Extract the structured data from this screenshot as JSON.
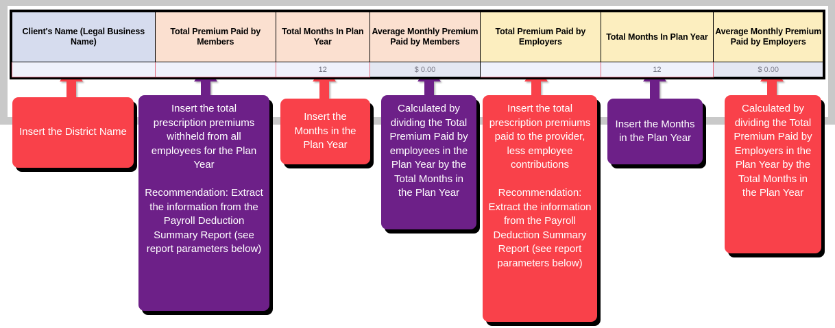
{
  "table": {
    "columns": [
      {
        "id": "clients-name",
        "header": "Client's Name\n(Legal Business Name)",
        "header_color": "#d6dcee",
        "value": "",
        "cell_type": "input"
      },
      {
        "id": "total-premium-paid-by-members",
        "header": "Total Premium Paid by\nMembers",
        "header_color": "#fbe0d0",
        "value": "",
        "cell_type": "input"
      },
      {
        "id": "total-months-in-plan-year-members",
        "header": "Total Months\nIn Plan Year",
        "header_color": "#fbe0d0",
        "value": "12",
        "cell_type": "input"
      },
      {
        "id": "average-monthly-premium-paid-by-members",
        "header": "Average Monthly\nPremium Paid by\nMembers",
        "header_color": "#fbe0d0",
        "value": "$ 0.00",
        "cell_type": "calculated"
      },
      {
        "id": "total-premium-paid-by-employers",
        "header": "Total Premium Paid by\nEmployers",
        "header_color": "#fceebf",
        "value": "",
        "cell_type": "input"
      },
      {
        "id": "total-months-in-plan-year-employers",
        "header": "Total Months\nIn Plan Year",
        "header_color": "#fceebf",
        "value": "12",
        "cell_type": "input"
      },
      {
        "id": "average-monthly-premium-paid-by-employers",
        "header": "Average Monthly\nPremium Paid by\nEmployers",
        "header_color": "#fceebf",
        "value": "$ 0.00",
        "cell_type": "calculated"
      }
    ]
  },
  "callouts": [
    {
      "id": "district-name",
      "text": "Insert the District Name",
      "color": "red",
      "color_hex": "#f9414a",
      "arrow_color": "#f9414a"
    },
    {
      "id": "member-premium",
      "text": "Insert the total prescription premiums withheld from all employees for the Plan Year\n\nRecommendation: Extract the information from the Payroll Deduction Summary Report (see report parameters below)",
      "color": "purple",
      "color_hex": "#6d2088",
      "arrow_color": "#6d2088"
    },
    {
      "id": "months-plan-year-members",
      "text": "Insert the Months in the Plan Year",
      "color": "red",
      "color_hex": "#f9414a",
      "arrow_color": "#f9414a"
    },
    {
      "id": "average-member-calc",
      "text": "Calculated by dividing the Total Premium Paid by employees in the Plan Year by the Total Months in the Plan Year",
      "color": "purple",
      "color_hex": "#6d2088",
      "arrow_color": "#6d2088"
    },
    {
      "id": "employer-premium",
      "text": "Insert the total prescription premiums paid to the provider, less employee contributions\n\nRecommendation: Extract the information from the Payroll Deduction Summary Report (see report parameters below)",
      "color": "red",
      "color_hex": "#f9414a",
      "arrow_color": "#f9414a"
    },
    {
      "id": "months-plan-year-employers",
      "text": "Insert the Months in the Plan Year",
      "color": "purple",
      "color_hex": "#6d2088",
      "arrow_color": "#6d2088"
    },
    {
      "id": "average-employer-calc",
      "text": "Calculated by dividing the Total Premium Paid by Employers in the Plan Year by the Total Months in the Plan Year",
      "color": "red",
      "color_hex": "#f9414a",
      "arrow_color": "#f9414a"
    }
  ]
}
